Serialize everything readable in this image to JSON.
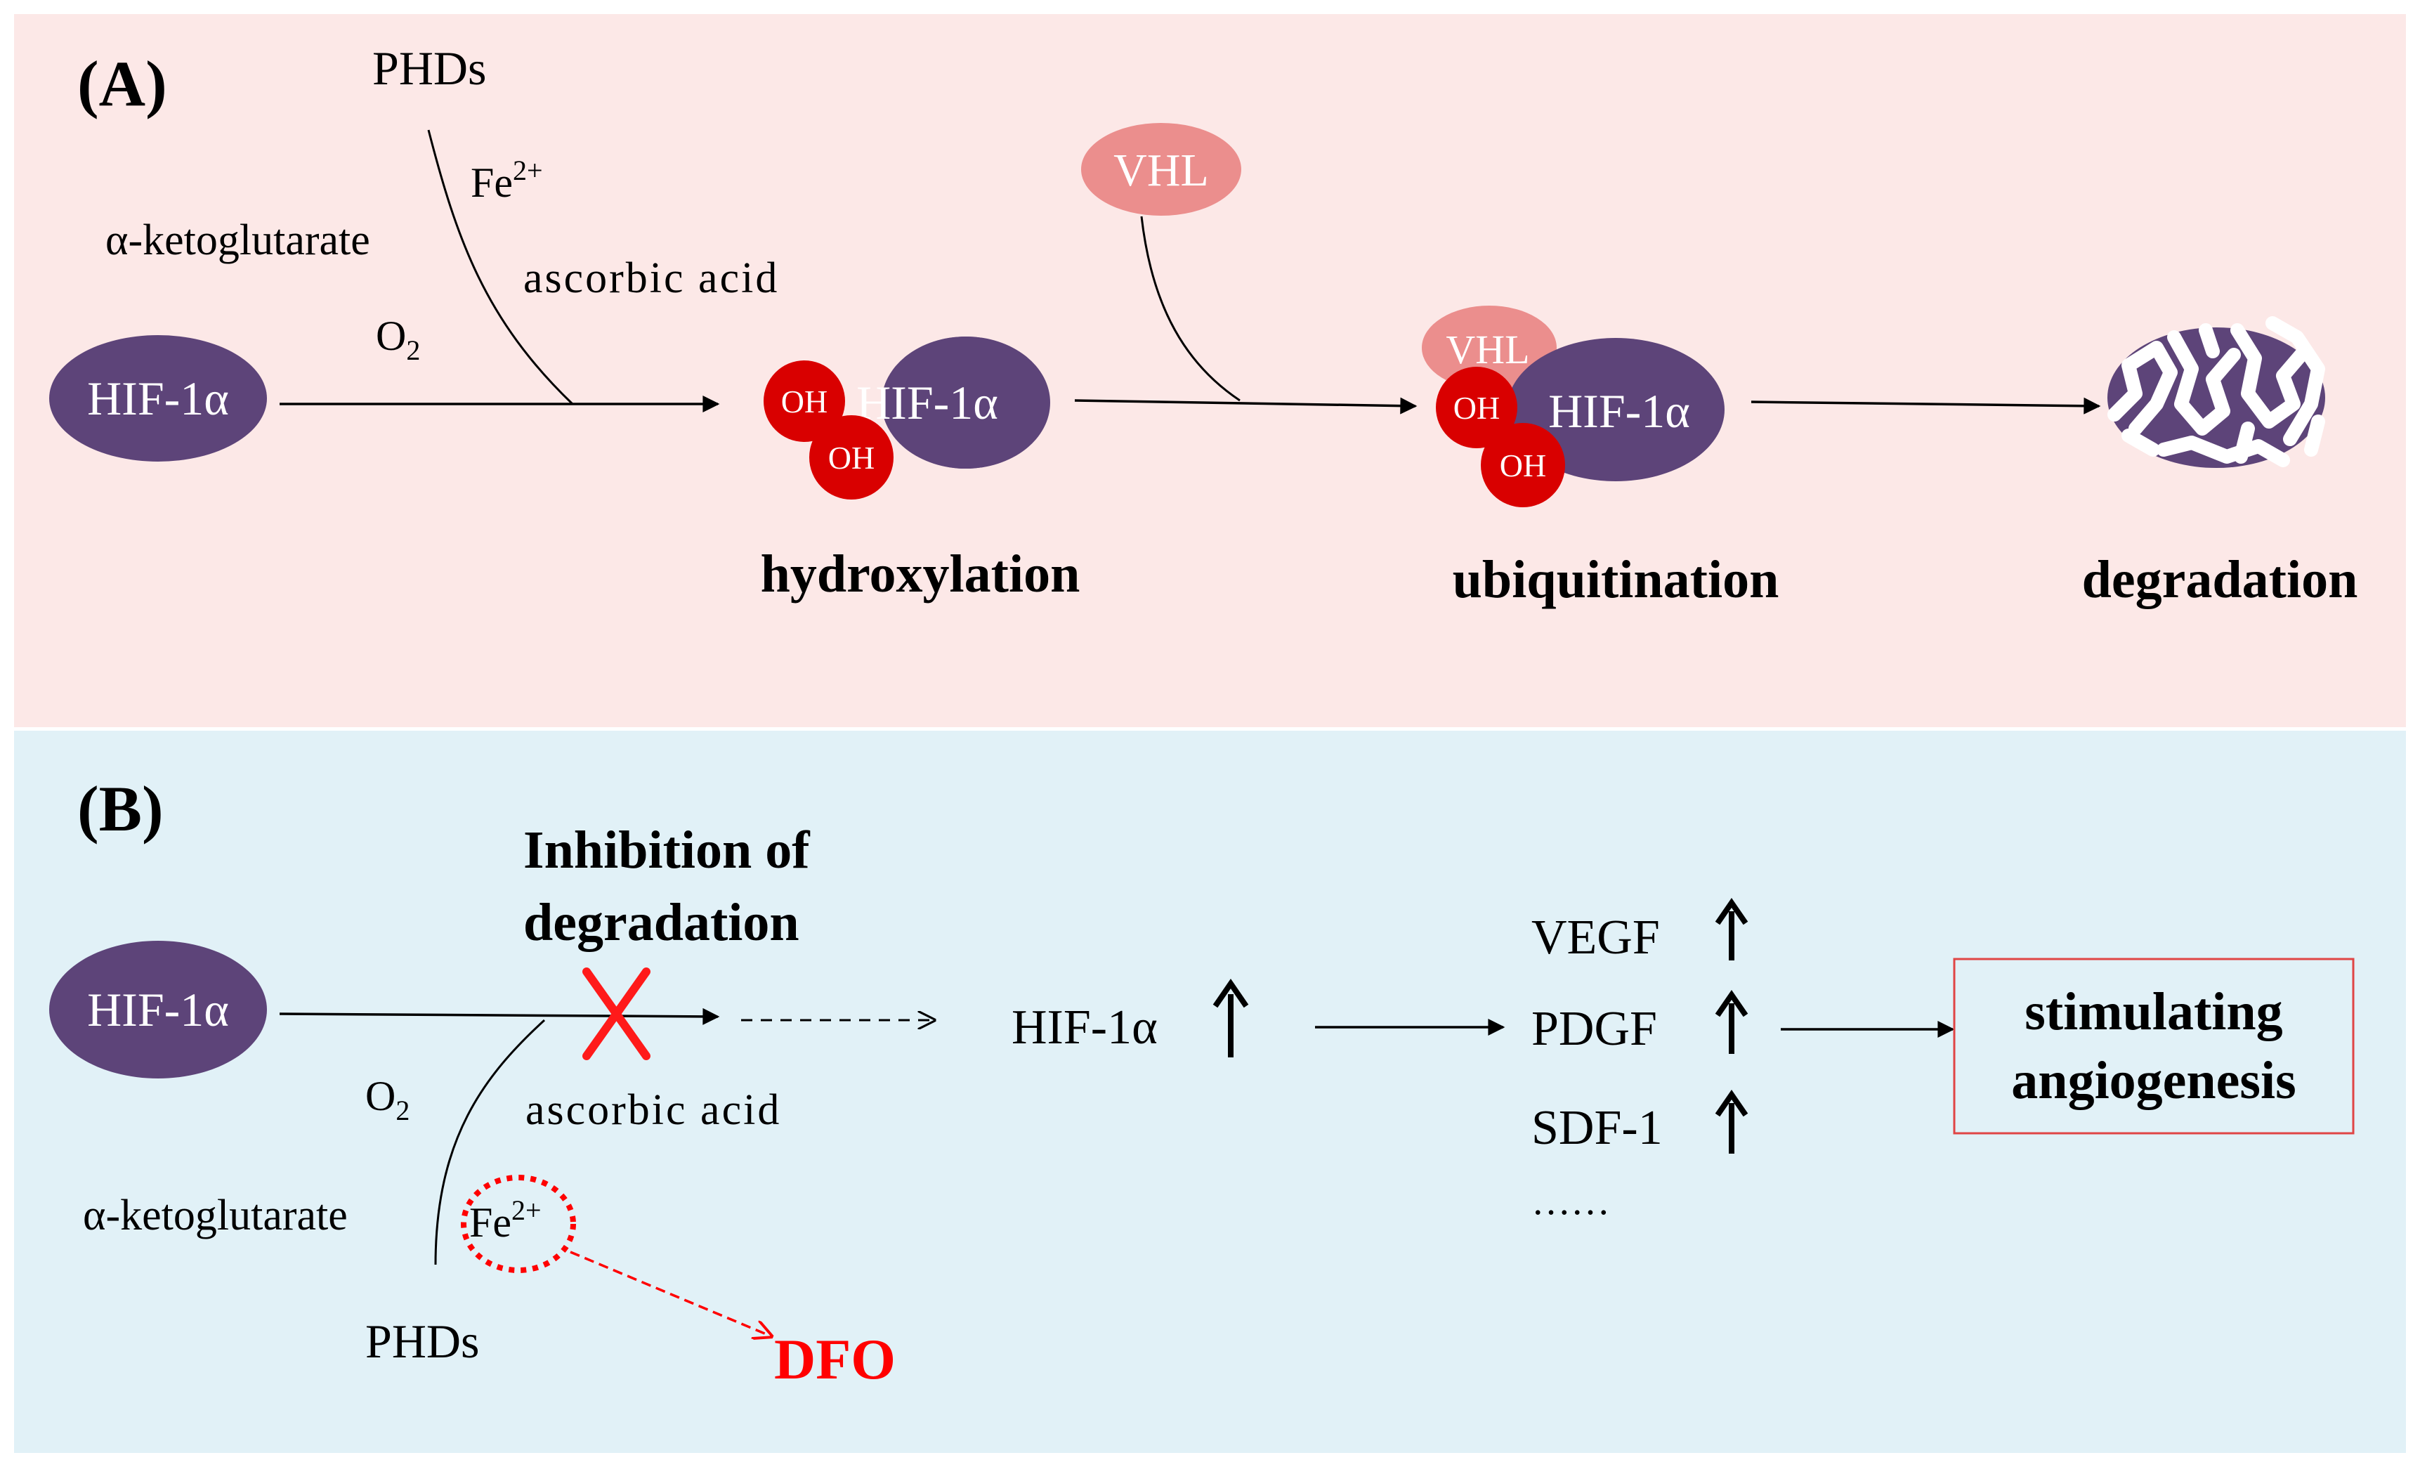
{
  "panel_a": {
    "label": "(A)",
    "phds": "PHDs",
    "fe": "Fe",
    "fe_sup": "2+",
    "akg": "α-ketoglutarate",
    "ascorbic": "ascorbic acid",
    "o2": "O",
    "o2_sub": "2",
    "hif_start": "HIF-1α",
    "hif_hydroxylated": "HIF-1α",
    "oh1": "OH",
    "oh2": "OH",
    "vhl_free": "VHL",
    "vhl_bound": "VHL",
    "hif_ubiquitinated": "HIF-1α",
    "oh3": "OH",
    "oh4": "OH",
    "step_hydroxylation": "hydroxylation",
    "step_ubiquitination": "ubiquitination",
    "step_degradation": "degradation"
  },
  "panel_b": {
    "label": "(B)",
    "hif_start": "HIF-1α",
    "inhibition_line1": "Inhibition of",
    "inhibition_line2": "degradation",
    "o2": "O",
    "o2_sub": "2",
    "ascorbic": "ascorbic acid",
    "akg": "α-ketoglutarate",
    "fe": "Fe",
    "fe_sup": "2+",
    "phds": "PHDs",
    "dfo": "DFO",
    "hif_up": "HIF-1α",
    "vegf": "VEGF",
    "pdgf": "PDGF",
    "sdf": "SDF-1",
    "ellipsis": "……",
    "outcome_line1": "stimulating",
    "outcome_line2": "angiogenesis"
  },
  "colors": {
    "panel_a_bg": "#fce8e7",
    "panel_b_bg": "#e1f1f7",
    "hif_purple": "#5d4479",
    "oh_red": "#d90000",
    "vhl_pink": "#eb8e8d",
    "inhibit_red": "#ff1a1a",
    "dfo_red": "#ff0000",
    "box_border": "#e04545"
  }
}
